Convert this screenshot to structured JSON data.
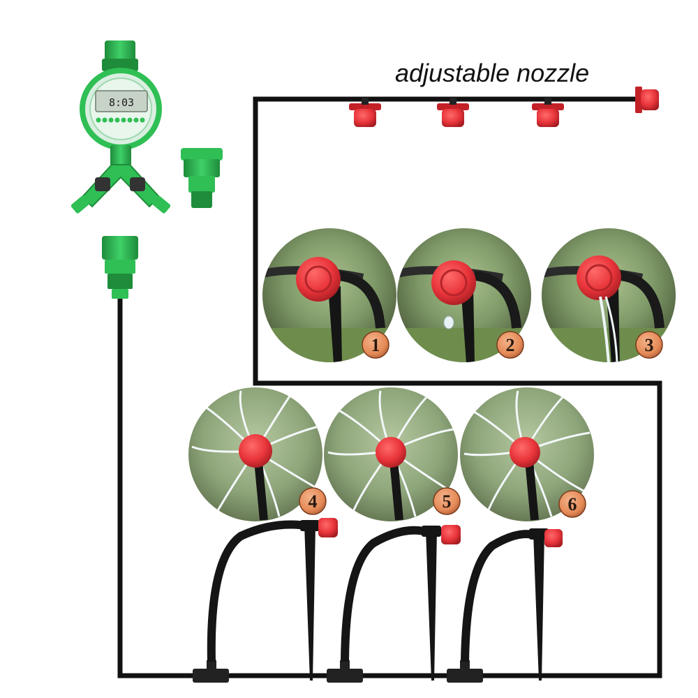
{
  "header": {
    "title": "adjustable nozzle"
  },
  "timer": {
    "display": "8:03"
  },
  "stages": [
    {
      "number": "1"
    },
    {
      "number": "2"
    },
    {
      "number": "3"
    },
    {
      "number": "4"
    },
    {
      "number": "5"
    },
    {
      "number": "6"
    }
  ],
  "colors": {
    "pipe": "#111111",
    "fitting_green": "#2fbf55",
    "fitting_dark_green": "#1e8c3a",
    "nozzle_red": "#e8343a",
    "badge": "#e58a57",
    "grass": "#8aa76a"
  }
}
